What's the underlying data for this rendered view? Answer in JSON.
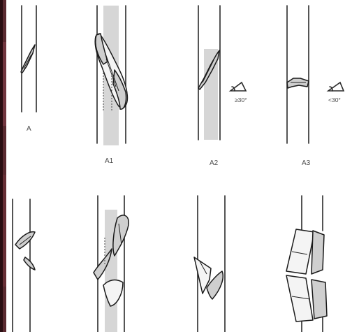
{
  "figure": {
    "panels": [
      {
        "label": "A"
      },
      {
        "label": "A1"
      },
      {
        "label": "A2",
        "angle": "≥30°"
      },
      {
        "label": "A3",
        "angle": "<30°"
      },
      {
        "label": ""
      },
      {
        "label": ""
      },
      {
        "label": ""
      },
      {
        "label": ""
      }
    ]
  },
  "colors": {
    "background": "#ffffff",
    "ink": "#2a2a2a",
    "left_strip": "#5a2a30"
  },
  "icons": [
    "angle-icon"
  ]
}
